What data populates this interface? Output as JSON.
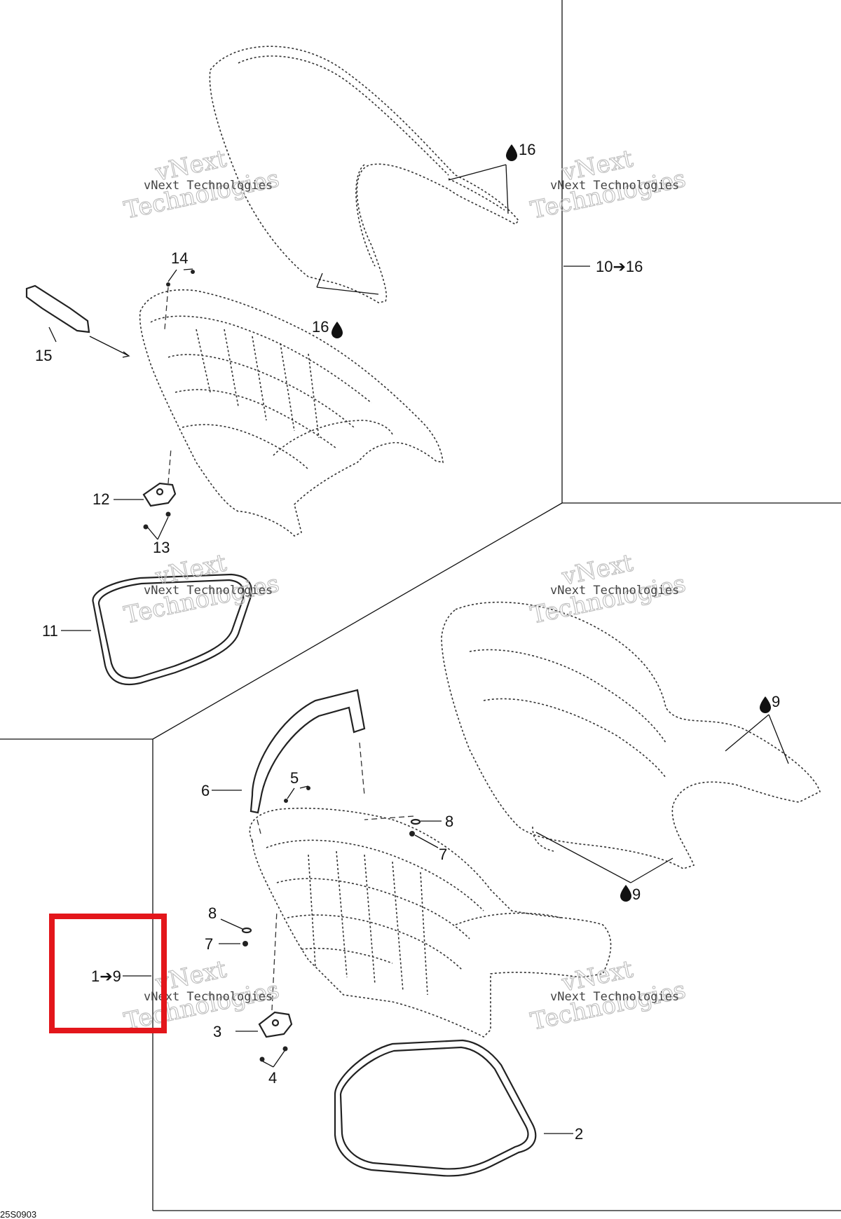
{
  "labels": {
    "p16a": "16",
    "p10_16": "10➔16",
    "p14": "14",
    "p15": "15",
    "p16b": "16",
    "p12": "12",
    "p13": "13",
    "p11": "11",
    "p9a": "9",
    "p6": "6",
    "p5": "5",
    "p8a": "8",
    "p7a": "7",
    "p9b": "9",
    "p8b": "8",
    "p7b": "7",
    "p1_9": "1➔9",
    "p3": "3",
    "p4": "4",
    "p2": "2"
  },
  "watermark": {
    "big": "vNext",
    "big2": "Technologies",
    "small": "vNext Technologies"
  },
  "footer": {
    "code": "25S0903"
  },
  "highlight": {
    "color": "#e3161b"
  },
  "icons": {
    "drop": "oil-drop-icon",
    "arrow": "arrow-right-icon"
  }
}
